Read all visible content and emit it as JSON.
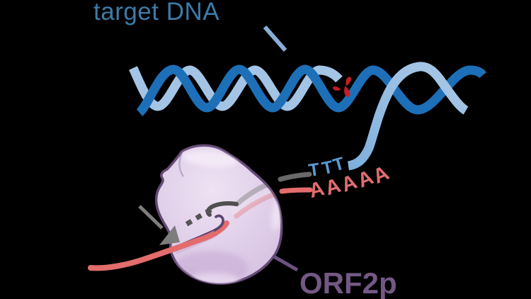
{
  "labels": {
    "target_dna": "target DNA",
    "orf2p": "ORF2p"
  },
  "sequences": {
    "ttt": [
      "T",
      "T",
      "T"
    ],
    "polya": [
      "A",
      "A",
      "A",
      "A",
      "A"
    ]
  },
  "icons": {
    "nick": "red-nick-splash-marks",
    "arrow_solid": "gray-solid-arrow",
    "arrow_dashed": "gray-dashed-arrow"
  },
  "colors": {
    "background": "#000000",
    "dna_strand_light": "#a3c4e5",
    "dna_strand_dark": "#1d70b8",
    "dna_descending_strand": "#7fb0dd",
    "nick_marks": "#c41e26",
    "rna_poly_a_strand": "#e26d6c",
    "target_strand_gray": "#696969",
    "protein_fill": "#ddcbe7",
    "protein_outline": "#654a76",
    "label_target_dna": "#3e7aa6",
    "label_orf2p": "#745884",
    "ttt_letters": "#5b9ad0",
    "polya_letters": "#df6d6f",
    "arrow_gray": "#7d7d7d"
  }
}
